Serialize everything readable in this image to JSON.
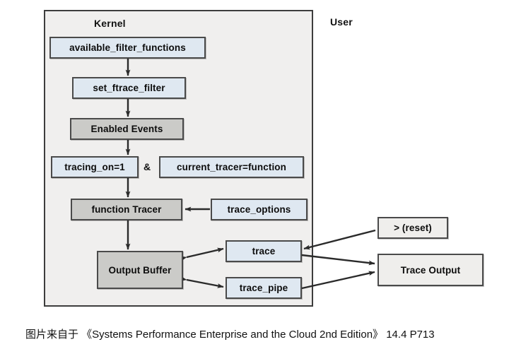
{
  "diagram": {
    "zones": [
      {
        "name": "kernel",
        "label": "Kernel"
      },
      {
        "name": "user",
        "label": "User"
      }
    ],
    "nodes": [
      {
        "id": "available_filter_functions",
        "label": "available_filter_functions",
        "fill": "#dfe8f1"
      },
      {
        "id": "set_ftrace_filter",
        "label": "set_ftrace_filter",
        "fill": "#dfe8f1"
      },
      {
        "id": "enabled_events",
        "label": "Enabled Events",
        "fill": "#cbcbc8"
      },
      {
        "id": "tracing_on",
        "label": "tracing_on=1",
        "fill": "#dfe8f1"
      },
      {
        "id": "current_tracer",
        "label": "current_tracer=function",
        "fill": "#dfe8f1"
      },
      {
        "id": "function_tracer",
        "label": "function Tracer",
        "fill": "#cbcbc8"
      },
      {
        "id": "trace_options",
        "label": "trace_options",
        "fill": "#dfe8f1"
      },
      {
        "id": "output_buffer",
        "label": "Output Buffer",
        "fill": "#cbcbc8"
      },
      {
        "id": "trace",
        "label": "trace",
        "fill": "#dfe8f1"
      },
      {
        "id": "trace_pipe",
        "label": "trace_pipe",
        "fill": "#dfe8f1"
      },
      {
        "id": "reset",
        "label": "> (reset)",
        "fill": "#efeeec"
      },
      {
        "id": "trace_output",
        "label": "Trace Output",
        "fill": "#efeeec"
      }
    ],
    "conjunction": "&",
    "edges": [
      {
        "from": "available_filter_functions",
        "to": "set_ftrace_filter",
        "style": "arrow"
      },
      {
        "from": "set_ftrace_filter",
        "to": "enabled_events",
        "style": "arrow"
      },
      {
        "from": "enabled_events",
        "to": "tracing_on",
        "style": "arrow"
      },
      {
        "from": "tracing_on",
        "to": "function_tracer",
        "style": "arrow"
      },
      {
        "from": "trace_options",
        "to": "function_tracer",
        "style": "arrow"
      },
      {
        "from": "function_tracer",
        "to": "output_buffer",
        "style": "arrow"
      },
      {
        "from": "output_buffer",
        "to": "trace",
        "style": "double-arrow"
      },
      {
        "from": "output_buffer",
        "to": "trace_pipe",
        "style": "double-arrow"
      },
      {
        "from": "reset",
        "to": "trace",
        "style": "arrow"
      },
      {
        "from": "trace",
        "to": "trace_output",
        "style": "arrow"
      },
      {
        "from": "trace_pipe",
        "to": "trace_output",
        "style": "arrow"
      }
    ],
    "colors": {
      "stroke": "#3d3d3d",
      "kernel_background": "#f0efee",
      "page_background": "#ffffff",
      "fill_blue": "#dfe8f1",
      "fill_gray": "#cbcbc8",
      "fill_white": "#efeeec"
    }
  },
  "caption": {
    "text": "图片来自于 《Systems Performance Enterprise and the Cloud 2nd Edition》 14.4 P713"
  }
}
